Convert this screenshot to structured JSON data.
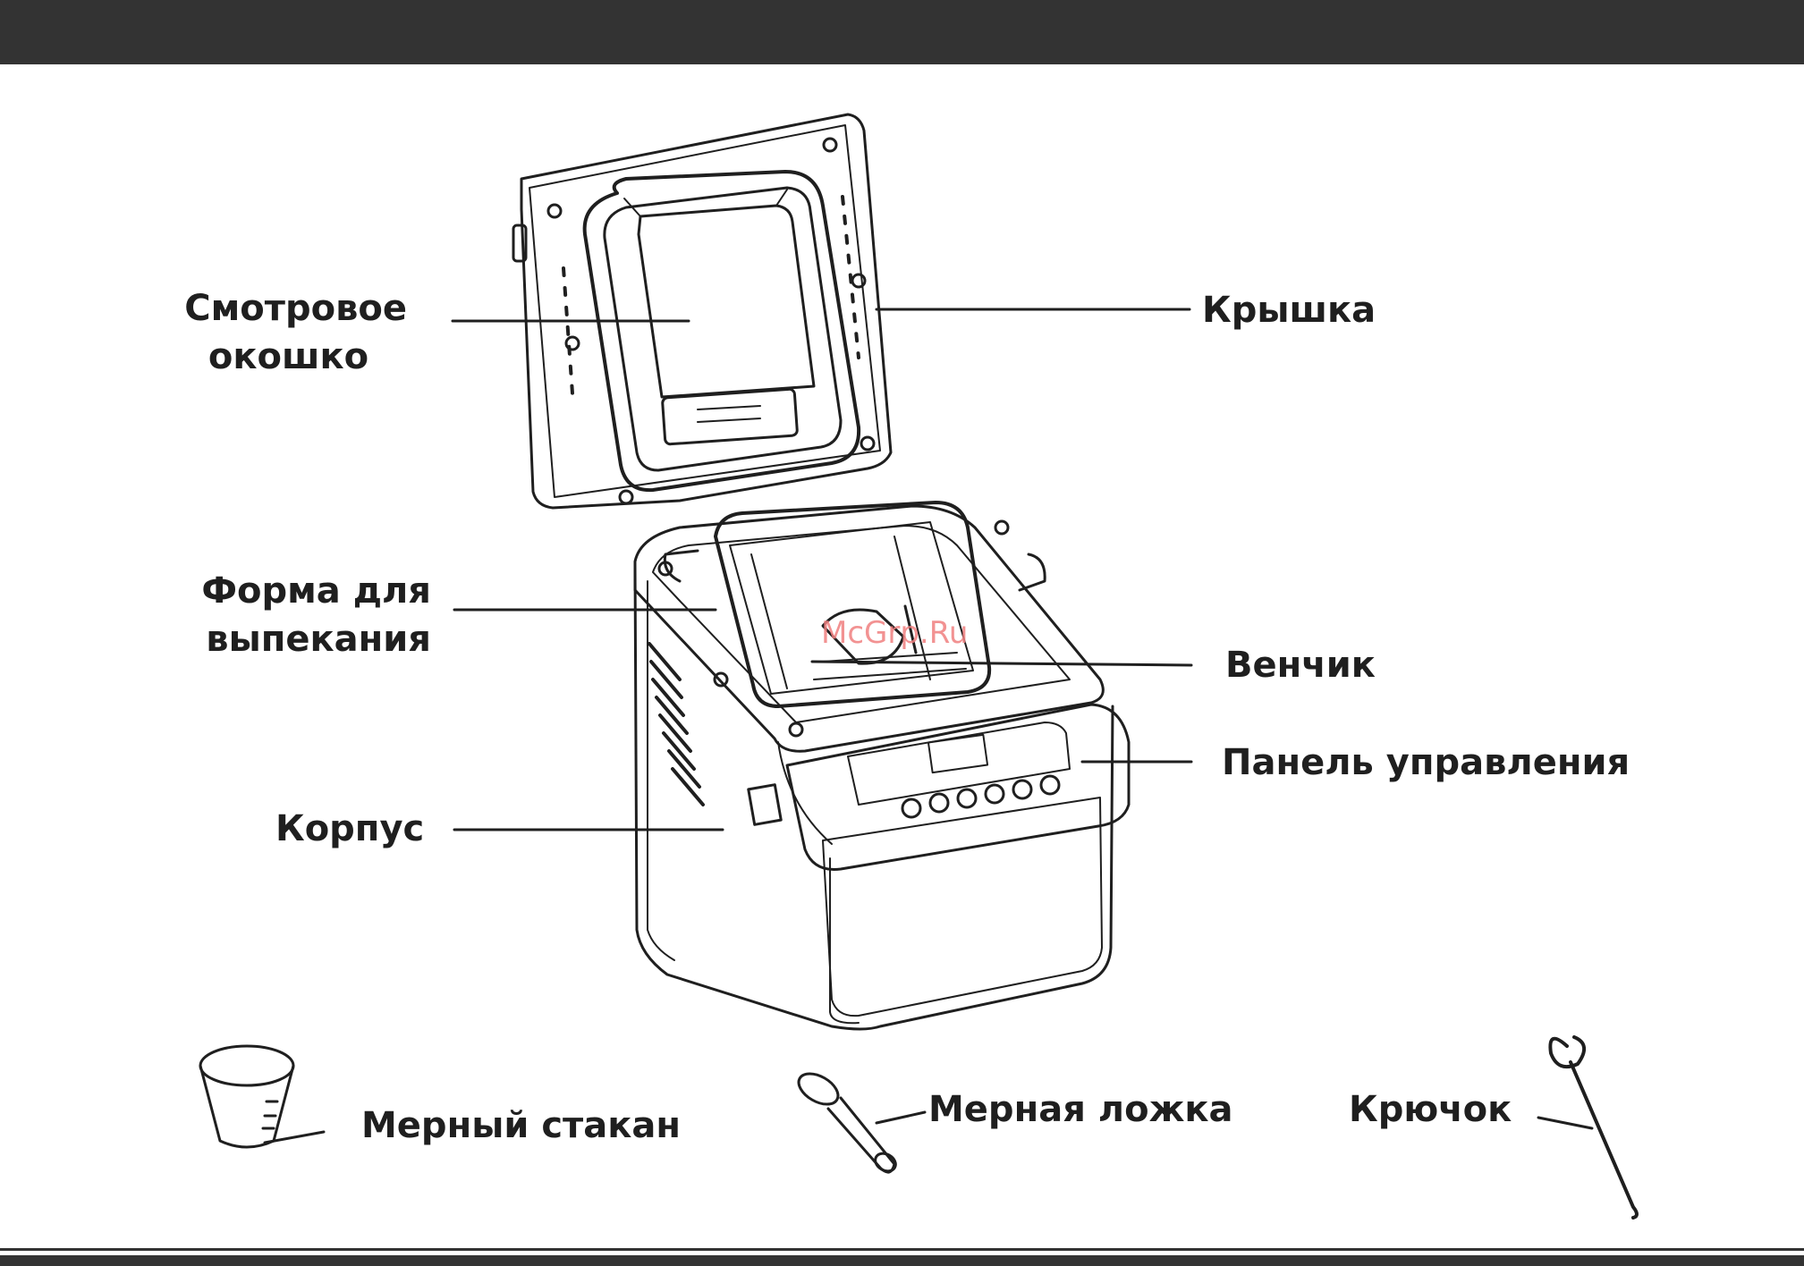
{
  "labels": {
    "viewing_window_line1": "Смотровое",
    "viewing_window_line2": "окошко",
    "lid": "Крышка",
    "baking_pan_line1": "Форма для",
    "baking_pan_line2": "выпекания",
    "kneader": "Венчик",
    "control_panel": "Панель управления",
    "body": "Корпус",
    "measuring_cup": "Мерный стакан",
    "measuring_spoon": "Мерная ложка",
    "hook": "Крючок"
  },
  "watermark": "McGrp.Ru",
  "colors": {
    "bar": "#333333",
    "line": "#1f1f1f",
    "watermark": "#f08080"
  }
}
